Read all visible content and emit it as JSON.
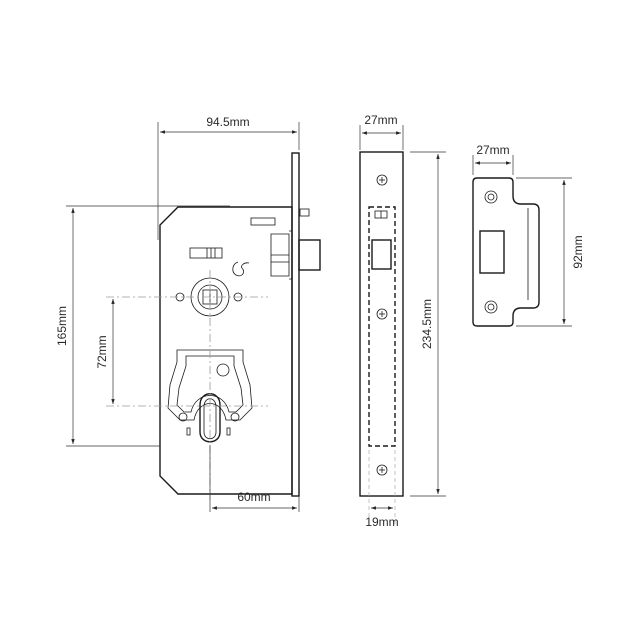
{
  "drawing": {
    "title": "Mortice sashlock technical drawing",
    "colors": {
      "line": "#1a1a1a",
      "dimension": "#333333",
      "centerline": "#9a9a9a",
      "background": "#ffffff"
    },
    "lock_body": {
      "width_label": "94.5mm",
      "height_label": "165mm",
      "centres_label": "72mm",
      "backset_label": "60mm"
    },
    "forend": {
      "width_label": "27mm",
      "height_label": "234.5mm",
      "body_width_label": "19mm"
    },
    "strike_plate": {
      "width_label": "27mm",
      "height_label": "92mm"
    }
  }
}
